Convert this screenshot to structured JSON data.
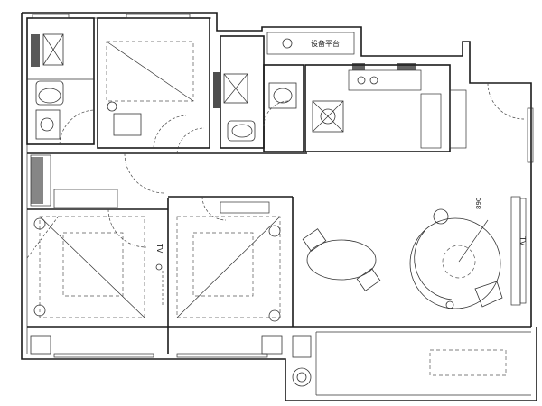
{
  "labels": {
    "equipment_platform": "设备平台",
    "tv_wall_left": "TV",
    "tv_wall_right": "TV",
    "living_mark": "890"
  },
  "colors": {
    "line": "#1a1a1a",
    "background": "#ffffff"
  }
}
